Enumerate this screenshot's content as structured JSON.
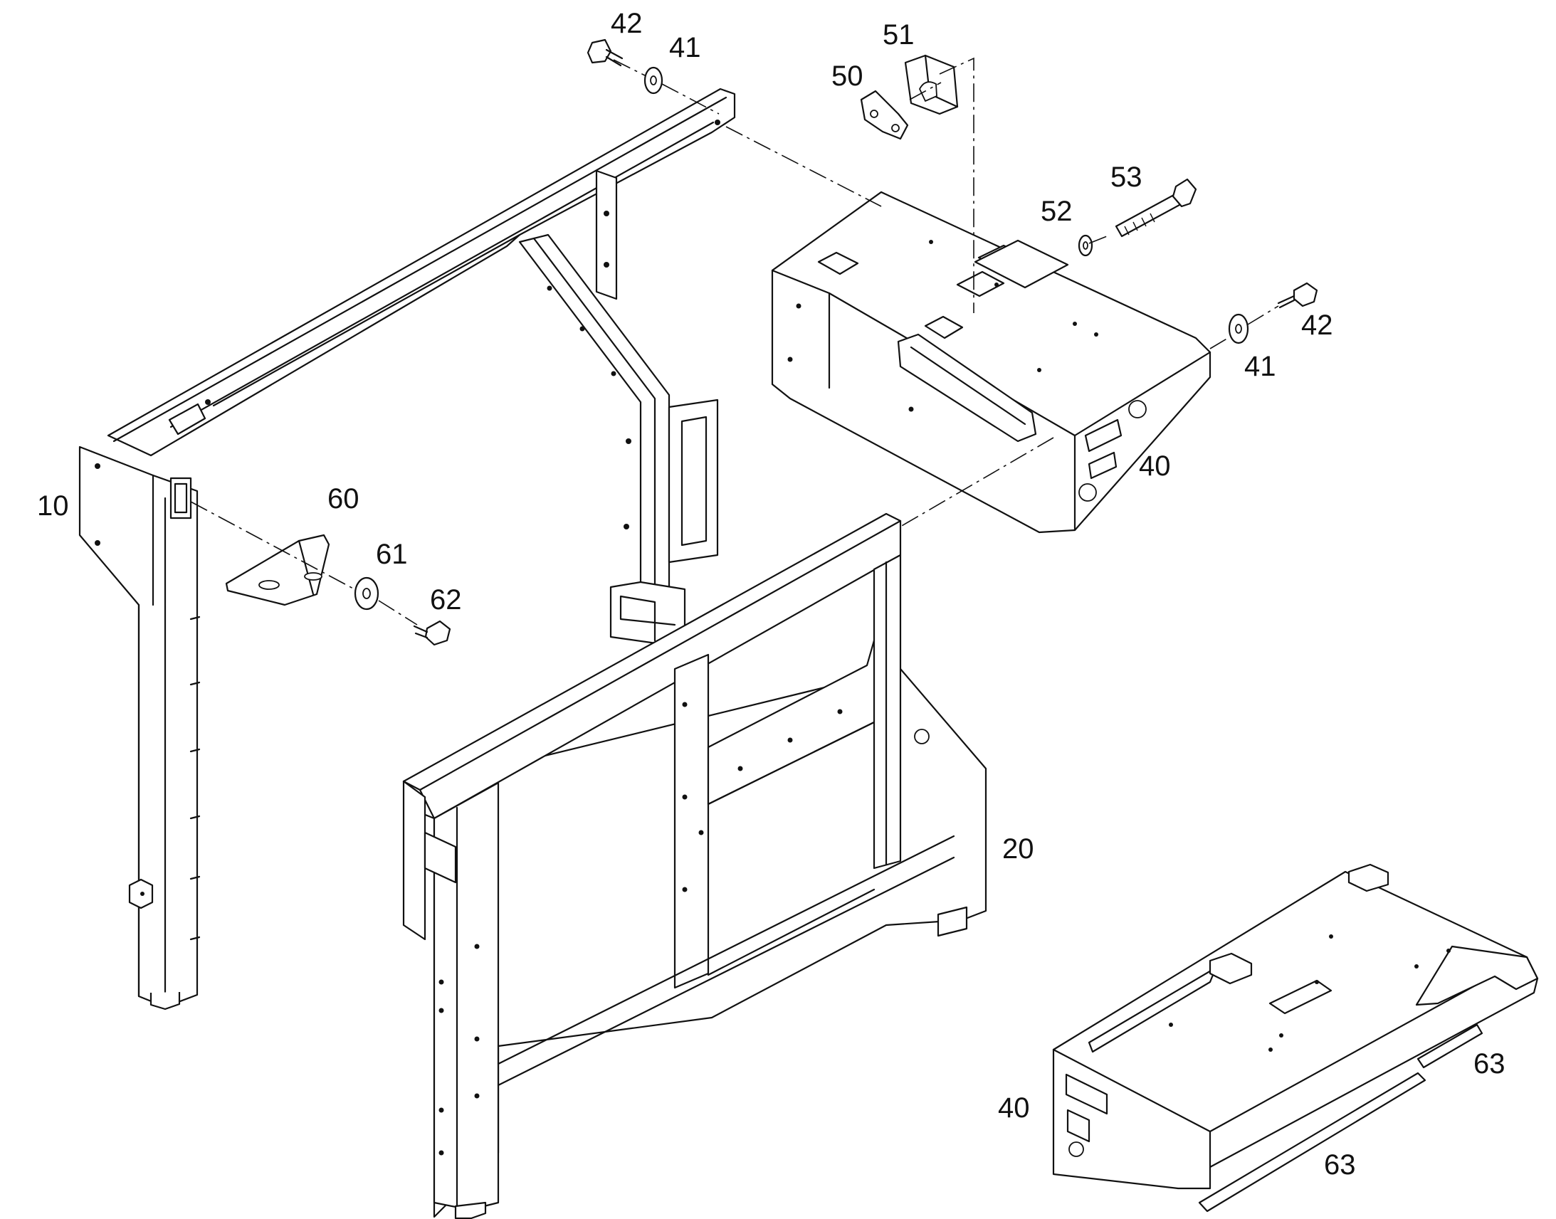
{
  "diagram": {
    "callouts": {
      "c42a": "42",
      "c41a": "41",
      "c51": "51",
      "c50": "50",
      "c53": "53",
      "c52": "52",
      "c42b": "42",
      "c41b": "41",
      "c40a": "40",
      "c10": "10",
      "c60": "60",
      "c61": "61",
      "c62": "62",
      "c20": "20",
      "c40b": "40",
      "c63a": "63",
      "c63b": "63"
    }
  }
}
